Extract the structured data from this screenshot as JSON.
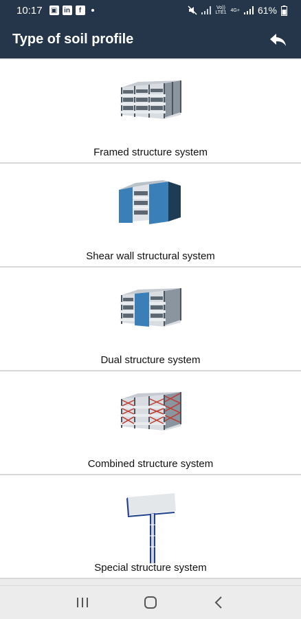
{
  "status": {
    "time": "10:17",
    "battery": "61%",
    "volte_top": "Vo))",
    "volte_bottom": "LTE1",
    "lte": "4G+",
    "app_icons": [
      "gallery-icon",
      "linkedin-icon",
      "facebook-icon"
    ]
  },
  "appbar": {
    "title": "Type of soil profile",
    "back_icon": "back-arrow-icon"
  },
  "items": [
    {
      "label": "Framed structure system",
      "icon": "framed-building-icon"
    },
    {
      "label": "Shear wall structural system",
      "icon": "shear-wall-building-icon"
    },
    {
      "label": "Dual structure system",
      "icon": "dual-building-icon"
    },
    {
      "label": "Combined structure system",
      "icon": "combined-building-icon"
    },
    {
      "label": "Special structure system",
      "icon": "billboard-icon"
    }
  ],
  "navbar": {
    "recents_icon": "recents-icon",
    "home_icon": "home-icon",
    "back_icon": "back-icon"
  },
  "colors": {
    "header": "#25364a",
    "shear_wall": "#3a7fb8",
    "brace": "#c0392b"
  }
}
